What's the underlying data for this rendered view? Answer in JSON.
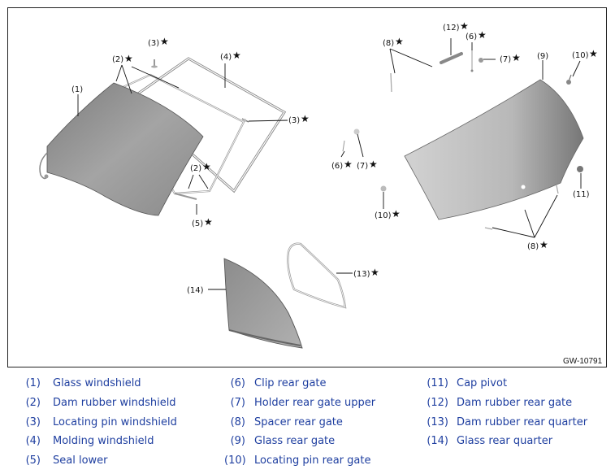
{
  "figure": {
    "id_label": "GW-10791",
    "star_glyph": "★",
    "callouts": {
      "c1": "(1)",
      "c2a": "(2)",
      "c2b": "(2)",
      "c3a": "(3)",
      "c3b": "(3)",
      "c4": "(4)",
      "c5": "(5)",
      "c6a": "(6)",
      "c6b": "(6)",
      "c7a": "(7)",
      "c7b": "(7)",
      "c8a": "(8)",
      "c8b": "(8)",
      "c9": "(9)",
      "c10a": "(10)",
      "c10b": "(10)",
      "c11": "(11)",
      "c12": "(12)",
      "c13": "(13)",
      "c14": "(14)"
    }
  },
  "legend": {
    "color": "#1f3fa0",
    "items": [
      {
        "num": "(1)",
        "label": "Glass windshield"
      },
      {
        "num": "(2)",
        "label": "Dam rubber windshield"
      },
      {
        "num": "(3)",
        "label": "Locating pin windshield"
      },
      {
        "num": "(4)",
        "label": "Molding windshield"
      },
      {
        "num": "(5)",
        "label": "Seal lower"
      },
      {
        "num": "(6)",
        "label": "Clip rear gate"
      },
      {
        "num": "(7)",
        "label": "Holder rear gate upper"
      },
      {
        "num": "(8)",
        "label": "Spacer rear gate"
      },
      {
        "num": "(9)",
        "label": "Glass rear gate"
      },
      {
        "num": "(10)",
        "label": "Locating pin rear gate"
      },
      {
        "num": "(11)",
        "label": "Cap pivot"
      },
      {
        "num": "(12)",
        "label": "Dam rubber rear gate"
      },
      {
        "num": "(13)",
        "label": "Dam rubber rear quarter"
      },
      {
        "num": "(14)",
        "label": "Glass rear quarter"
      }
    ]
  }
}
